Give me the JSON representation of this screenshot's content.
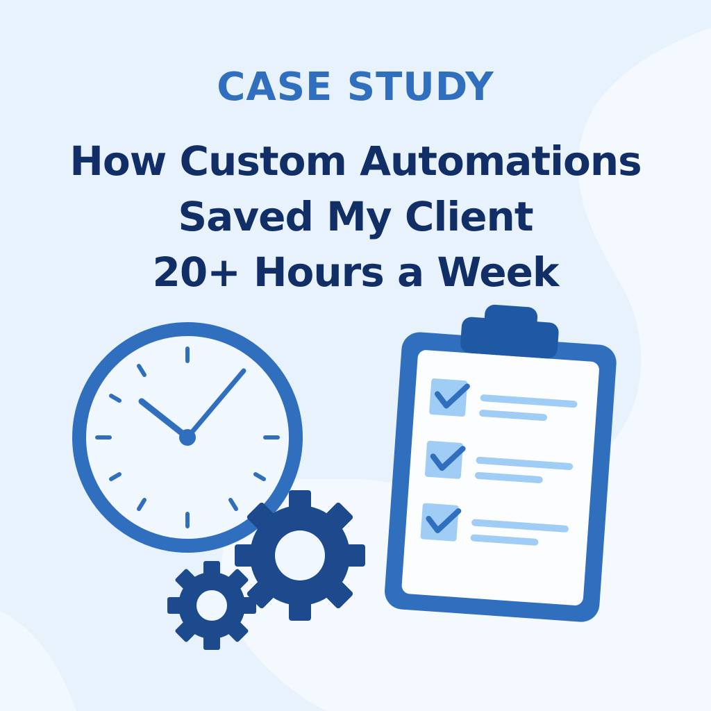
{
  "header": {
    "eyebrow": "CASE STUDY",
    "title_lines": [
      "How Custom Automations",
      "Saved My Client",
      "20+ Hours a Week"
    ]
  },
  "icons": {
    "clock": "clock-icon",
    "gears": "gears-icon",
    "clipboard": "clipboard-checklist-icon"
  },
  "checklist": {
    "items_checked": [
      true,
      true,
      true
    ]
  },
  "colors": {
    "background": "#eaf3fd",
    "accent_blue": "#2f6fbe",
    "dark_navy": "#112f66",
    "gear_navy": "#1d4a8c",
    "light_blue": "#9fcdf6"
  }
}
